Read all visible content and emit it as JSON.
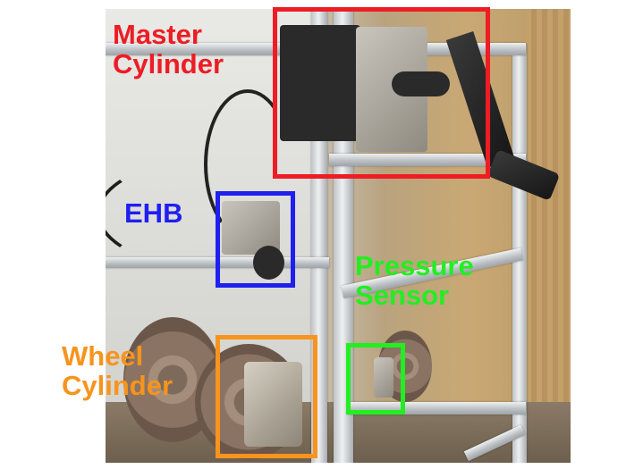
{
  "labels": {
    "master_cylinder": [
      "Master",
      "Cylinder"
    ],
    "ehb": "EHB",
    "pressure_sensor": [
      "Pressure",
      "Sensor"
    ],
    "wheel_cylinder": [
      "Wheel",
      "Cylinder"
    ]
  },
  "colors": {
    "master_cylinder": "#ee1c24",
    "ehb": "#1f1ff0",
    "pressure_sensor": "#22ee22",
    "wheel_cylinder": "#f7941d"
  }
}
